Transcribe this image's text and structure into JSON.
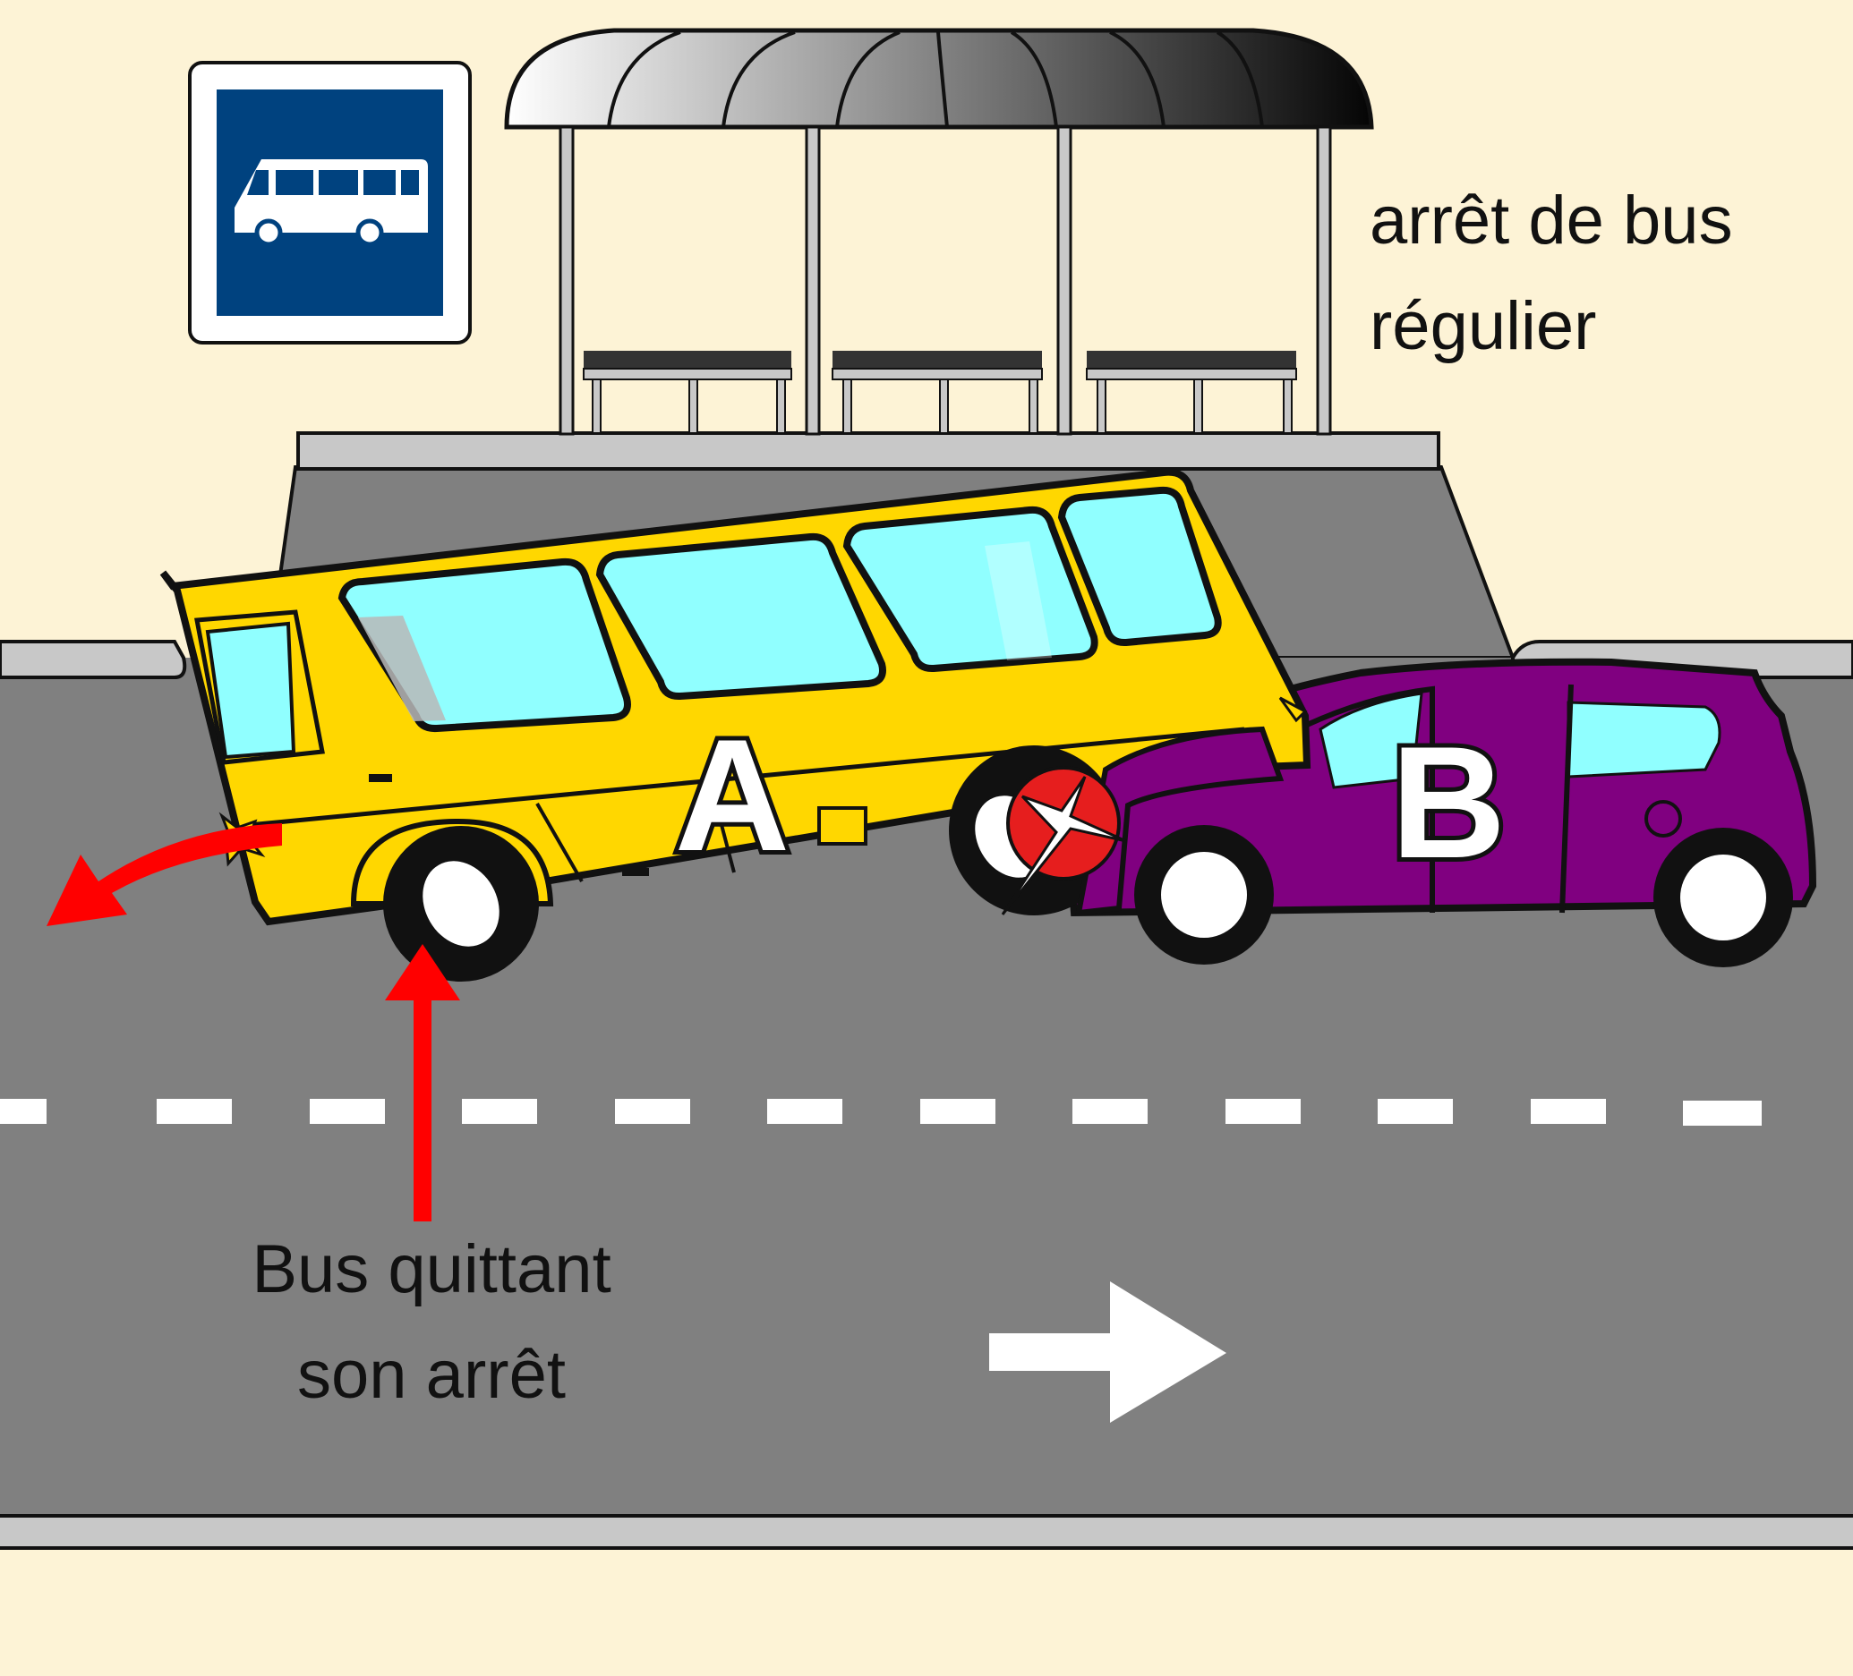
{
  "labels": {
    "bus_stop_line1": "arrêt de bus",
    "bus_stop_line2": "régulier",
    "bus_leaving_line1": "Bus quittant",
    "bus_leaving_line2": "son arrêt",
    "vehicle_a": "A",
    "vehicle_b": "B"
  },
  "colors": {
    "background": "#FDF3D6",
    "road": "#808080",
    "sidewalk": "#C8C8C8",
    "bus_body": "#FFD700",
    "bus_window": "#90FFFF",
    "car_body": "#800080",
    "car_window": "#90FFFF",
    "sign_blue": "#00427F",
    "arrow_red": "#FF0000",
    "impact_red": "#E61E1E"
  },
  "icons": {
    "sign": "bus-stop-sign-icon",
    "direction": "right-arrow-icon"
  }
}
